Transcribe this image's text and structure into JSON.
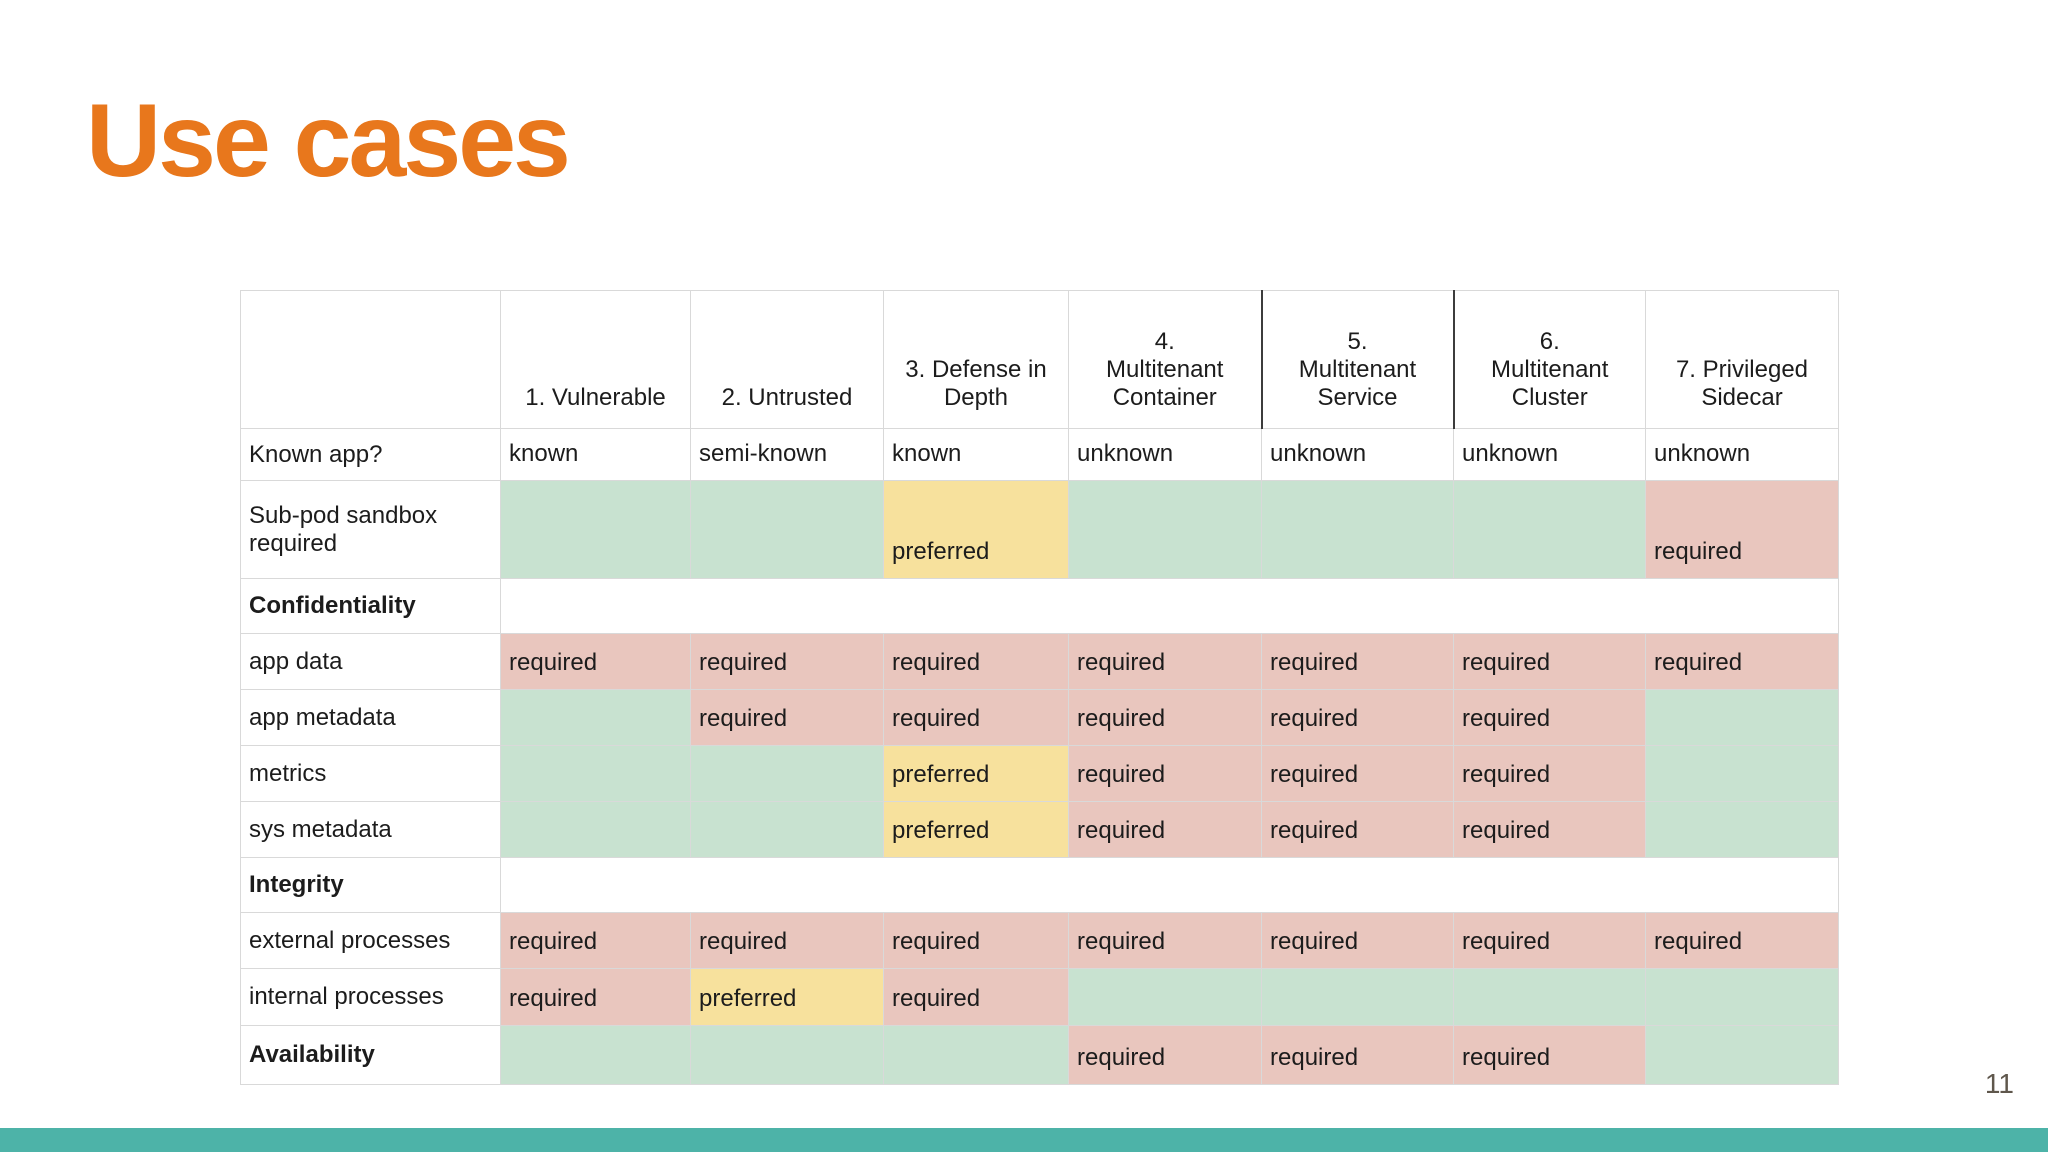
{
  "slide": {
    "title": "Use cases",
    "page_number": "11",
    "title_color": "#e8771c",
    "footer_bar_color": "#4db3a8"
  },
  "table": {
    "bg_colors": {
      "none": "#ffffff",
      "green": "#c8e2d0",
      "yellow": "#f7e19d",
      "red": "#e9c6be"
    },
    "columns": [
      {
        "label": ""
      },
      {
        "label": "1. Vulnerable"
      },
      {
        "label": "2. Untrusted"
      },
      {
        "label": "3. Defense in\nDepth"
      },
      {
        "label": "4.\nMultitenant\nContainer"
      },
      {
        "label": "5.\nMultitenant\nService",
        "divider_left": true
      },
      {
        "label": "6.\nMultitenant\nCluster",
        "divider_left": true
      },
      {
        "label": "7. Privileged\nSidecar"
      }
    ],
    "rows": [
      {
        "label": "Known app?",
        "cells": [
          {
            "text": "known",
            "bg": "none"
          },
          {
            "text": "semi-known",
            "bg": "none"
          },
          {
            "text": "known",
            "bg": "none"
          },
          {
            "text": "unknown",
            "bg": "none"
          },
          {
            "text": "unknown",
            "bg": "none"
          },
          {
            "text": "unknown",
            "bg": "none"
          },
          {
            "text": "unknown",
            "bg": "none"
          }
        ]
      },
      {
        "label": "Sub-pod sandbox\nrequired",
        "cells": [
          {
            "text": "",
            "bg": "green"
          },
          {
            "text": "",
            "bg": "green"
          },
          {
            "text": "preferred",
            "bg": "yellow"
          },
          {
            "text": "",
            "bg": "green"
          },
          {
            "text": "",
            "bg": "green"
          },
          {
            "text": "",
            "bg": "green"
          },
          {
            "text": "required",
            "bg": "red"
          }
        ]
      },
      {
        "label": "Confidentiality",
        "bold": true,
        "merged": true
      },
      {
        "label": "app data",
        "cells": [
          {
            "text": "required",
            "bg": "red"
          },
          {
            "text": "required",
            "bg": "red"
          },
          {
            "text": "required",
            "bg": "red"
          },
          {
            "text": "required",
            "bg": "red"
          },
          {
            "text": "required",
            "bg": "red"
          },
          {
            "text": "required",
            "bg": "red"
          },
          {
            "text": "required",
            "bg": "red"
          }
        ]
      },
      {
        "label": "app metadata",
        "cells": [
          {
            "text": "",
            "bg": "green"
          },
          {
            "text": "required",
            "bg": "red"
          },
          {
            "text": "required",
            "bg": "red"
          },
          {
            "text": "required",
            "bg": "red"
          },
          {
            "text": "required",
            "bg": "red"
          },
          {
            "text": "required",
            "bg": "red"
          },
          {
            "text": "",
            "bg": "green"
          }
        ]
      },
      {
        "label": "metrics",
        "cells": [
          {
            "text": "",
            "bg": "green"
          },
          {
            "text": "",
            "bg": "green"
          },
          {
            "text": "preferred",
            "bg": "yellow"
          },
          {
            "text": "required",
            "bg": "red"
          },
          {
            "text": "required",
            "bg": "red"
          },
          {
            "text": "required",
            "bg": "red"
          },
          {
            "text": "",
            "bg": "green"
          }
        ]
      },
      {
        "label": "sys metadata",
        "cells": [
          {
            "text": "",
            "bg": "green"
          },
          {
            "text": "",
            "bg": "green"
          },
          {
            "text": "preferred",
            "bg": "yellow"
          },
          {
            "text": "required",
            "bg": "red"
          },
          {
            "text": "required",
            "bg": "red"
          },
          {
            "text": "required",
            "bg": "red"
          },
          {
            "text": "",
            "bg": "green"
          }
        ]
      },
      {
        "label": "Integrity",
        "bold": true,
        "merged": true
      },
      {
        "label": "external processes",
        "cells": [
          {
            "text": "required",
            "bg": "red"
          },
          {
            "text": "required",
            "bg": "red"
          },
          {
            "text": "required",
            "bg": "red"
          },
          {
            "text": "required",
            "bg": "red"
          },
          {
            "text": "required",
            "bg": "red"
          },
          {
            "text": "required",
            "bg": "red"
          },
          {
            "text": "required",
            "bg": "red"
          }
        ]
      },
      {
        "label": "internal processes",
        "cells": [
          {
            "text": "required",
            "bg": "red"
          },
          {
            "text": "preferred",
            "bg": "yellow"
          },
          {
            "text": "required",
            "bg": "red"
          },
          {
            "text": "",
            "bg": "green"
          },
          {
            "text": "",
            "bg": "green"
          },
          {
            "text": "",
            "bg": "green"
          },
          {
            "text": "",
            "bg": "green"
          }
        ]
      },
      {
        "label": "Availability",
        "bold": true,
        "cells": [
          {
            "text": "",
            "bg": "green"
          },
          {
            "text": "",
            "bg": "green"
          },
          {
            "text": "",
            "bg": "green"
          },
          {
            "text": "required",
            "bg": "red"
          },
          {
            "text": "required",
            "bg": "red"
          },
          {
            "text": "required",
            "bg": "red"
          },
          {
            "text": "",
            "bg": "green"
          }
        ]
      }
    ]
  }
}
